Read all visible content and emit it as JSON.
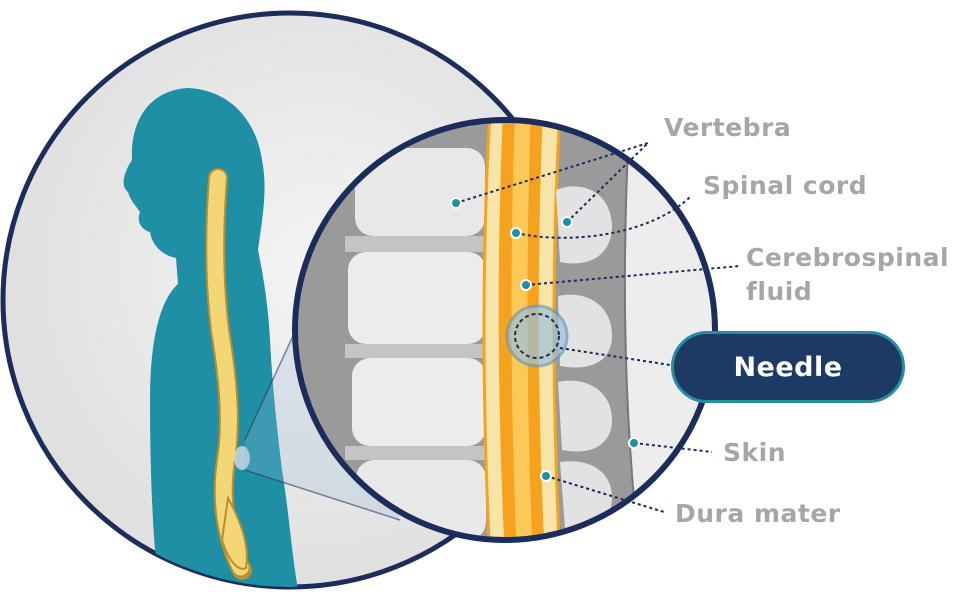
{
  "labels": {
    "vertebra": "Vertebra",
    "spinal_cord": "Spinal cord",
    "cerebrospinal_line1": "Cerebrospinal",
    "cerebrospinal_line2": "fluid",
    "needle": "Needle",
    "skin": "Skin",
    "dura_mater": "Dura mater"
  },
  "colors": {
    "body": "#1f8fa6",
    "outline": "#1c2c5b",
    "spine": "#f4d676",
    "spinal_cord": "#f6a21e",
    "label_text": "#a6a6a6",
    "needle_pill": "#1c3a63"
  }
}
